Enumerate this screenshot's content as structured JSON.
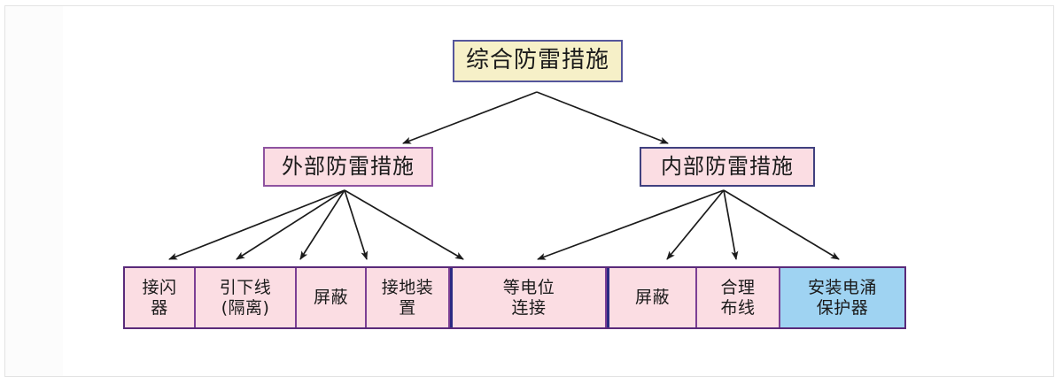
{
  "diagram": {
    "title": "综合防雷措施",
    "watermark": "",
    "root": {
      "label": "综合防雷措施",
      "fill": "#f6f0c8",
      "border": "#55559b"
    },
    "branches": [
      {
        "id": "external",
        "label": "外部防雷措施",
        "fill": "#fbdde3",
        "border": "#8e53a0"
      },
      {
        "id": "internal",
        "label": "内部防雷措施",
        "fill": "#fbdde3",
        "border": "#40407f"
      }
    ],
    "leaves": [
      {
        "id": "jieshanqi",
        "label": "接闪\n器",
        "parent": "external",
        "fill": "#fbdde3",
        "width": 80
      },
      {
        "id": "yinxiaxian",
        "label": "引下线\n(隔离)",
        "parent": "external",
        "fill": "#fbdde3",
        "width": 114
      },
      {
        "id": "pingbi-wai",
        "label": "屏蔽",
        "parent": "external",
        "fill": "#fbdde3",
        "width": 79
      },
      {
        "id": "jiedizhuangzhi",
        "label": "接地装\n置",
        "parent": "external",
        "fill": "#fbdde3",
        "width": 94
      },
      {
        "id": "dengdianwei",
        "label": "等电位\n连接",
        "parent": "external",
        "fill": "#fbdde3",
        "width": 177
      },
      {
        "id": "pingbi-nei",
        "label": "屏蔽",
        "parent": "internal",
        "fill": "#fbdde3",
        "width": 102
      },
      {
        "id": "helibuxian",
        "label": "合理\n布线",
        "parent": "internal",
        "fill": "#fbdde3",
        "width": 94
      },
      {
        "id": "spd",
        "label": "安装电涌\n保护器",
        "parent": "internal",
        "fill": "#9fd3f2",
        "width": 140
      }
    ],
    "edges": {
      "root_to_branches": [
        {
          "from": "root",
          "to": "external"
        },
        {
          "from": "root",
          "to": "internal"
        }
      ],
      "external_to_leaves": [
        "jieshanqi",
        "yinxiaxian",
        "pingbi-wai",
        "jiedizhuangzhi",
        "dengdianwei"
      ],
      "internal_to_leaves": [
        "dengdianwei",
        "pingbi-nei",
        "helibuxian",
        "spd"
      ]
    },
    "colors": {
      "arrow": "#1b1b1b",
      "cream": "#f6f0c8",
      "pink": "#fbdde3",
      "blue": "#9fd3f2",
      "purple_border": "#7c3f94",
      "navy_border": "#2a2a82"
    }
  }
}
